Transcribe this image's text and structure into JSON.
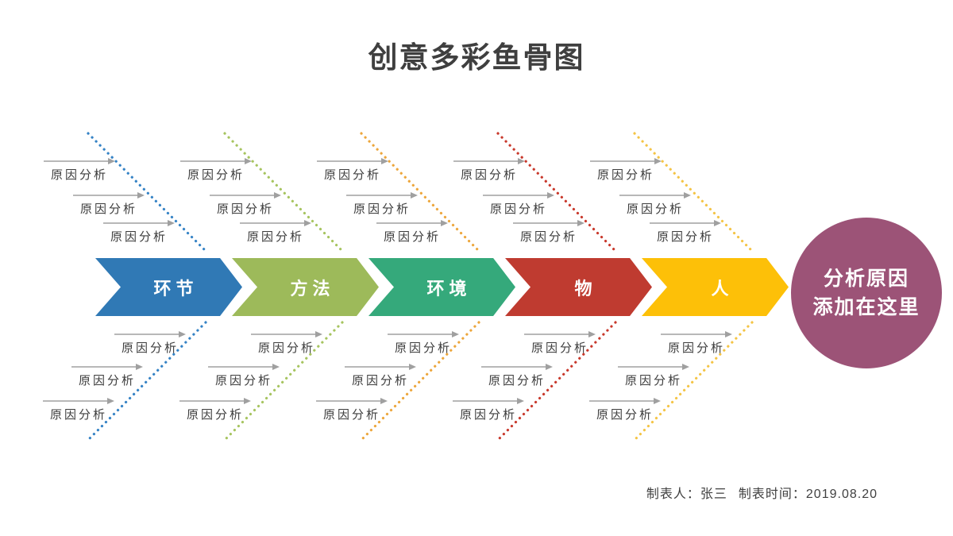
{
  "title": "创意多彩鱼骨图",
  "cause_text": "原因分析",
  "categories": [
    {
      "label": "环节",
      "color": "#3079B5",
      "bone_color": "#3482C5",
      "causes_top": [
        "原因分析",
        "原因分析",
        "原因分析"
      ],
      "causes_bottom": [
        "原因分析",
        "原因分析",
        "原因分析"
      ]
    },
    {
      "label": "方法",
      "color": "#9DBA5A",
      "bone_color": "#A6C45F",
      "causes_top": [
        "原因分析",
        "原因分析",
        "原因分析"
      ],
      "causes_bottom": [
        "原因分析",
        "原因分析",
        "原因分析"
      ]
    },
    {
      "label": "环境",
      "color": "#35A97B",
      "bone_color": "#EDA63B",
      "causes_top": [
        "原因分析",
        "原因分析",
        "原因分析"
      ],
      "causes_bottom": [
        "原因分析",
        "原因分析",
        "原因分析"
      ]
    },
    {
      "label": "物",
      "color": "#BF3B30",
      "bone_color": "#C8382B",
      "causes_top": [
        "原因分析",
        "原因分析",
        "原因分析"
      ],
      "causes_bottom": [
        "原因分析",
        "原因分析",
        "原因分析"
      ]
    },
    {
      "label": "人",
      "color": "#FDC008",
      "bone_color": "#F4C445",
      "causes_top": [
        "原因分析",
        "原因分析",
        "原因分析"
      ],
      "causes_bottom": [
        "原因分析",
        "原因分析",
        "原因分析"
      ]
    }
  ],
  "result_circle": {
    "line1": "分析原因",
    "line2": "添加在这里",
    "color": "#9C5377"
  },
  "footer": {
    "creator": "制表人：张三",
    "date": "制表时间：2019.08.20"
  },
  "colors": {
    "title_text": "#3F3F3F",
    "cause_text": "#3D3D3D",
    "arrow_gray": "#A0A0A0",
    "background": "#FFFFFF"
  }
}
